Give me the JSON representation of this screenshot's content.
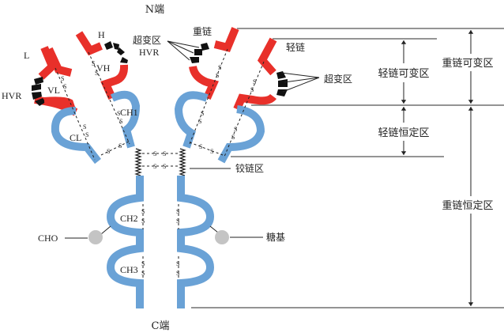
{
  "title": "抗体结构示意图",
  "labels": {
    "n_terminus": "N端",
    "c_terminus": "C端",
    "heavy_chain": "重链",
    "light_chain": "轻链",
    "heavy_short": "H",
    "light_short": "L",
    "hypervariable_region_left": "超变区",
    "hvr_abbrev_left": "HVR",
    "hvr_abbrev_far_left": "HVR",
    "hypervariable_region_right": "超变区",
    "vl": "VL",
    "vh": "VH",
    "cl": "CL",
    "ch1": "CH1",
    "ch2": "CH2",
    "ch3": "CH3",
    "cho": "CHO",
    "hinge_region": "铰链区",
    "sugar_group": "糖基",
    "disulfide": "S",
    "bracket_light_variable": "轻链可变区",
    "bracket_heavy_variable": "重链可变区",
    "bracket_light_constant": "轻链恒定区",
    "bracket_heavy_constant": "重链恒定区"
  },
  "colors": {
    "variable_region": "#e8302a",
    "constant_region": "#6aa2d6",
    "hypervariable": "#111111",
    "carbohydrate": "#c4c4c4"
  }
}
